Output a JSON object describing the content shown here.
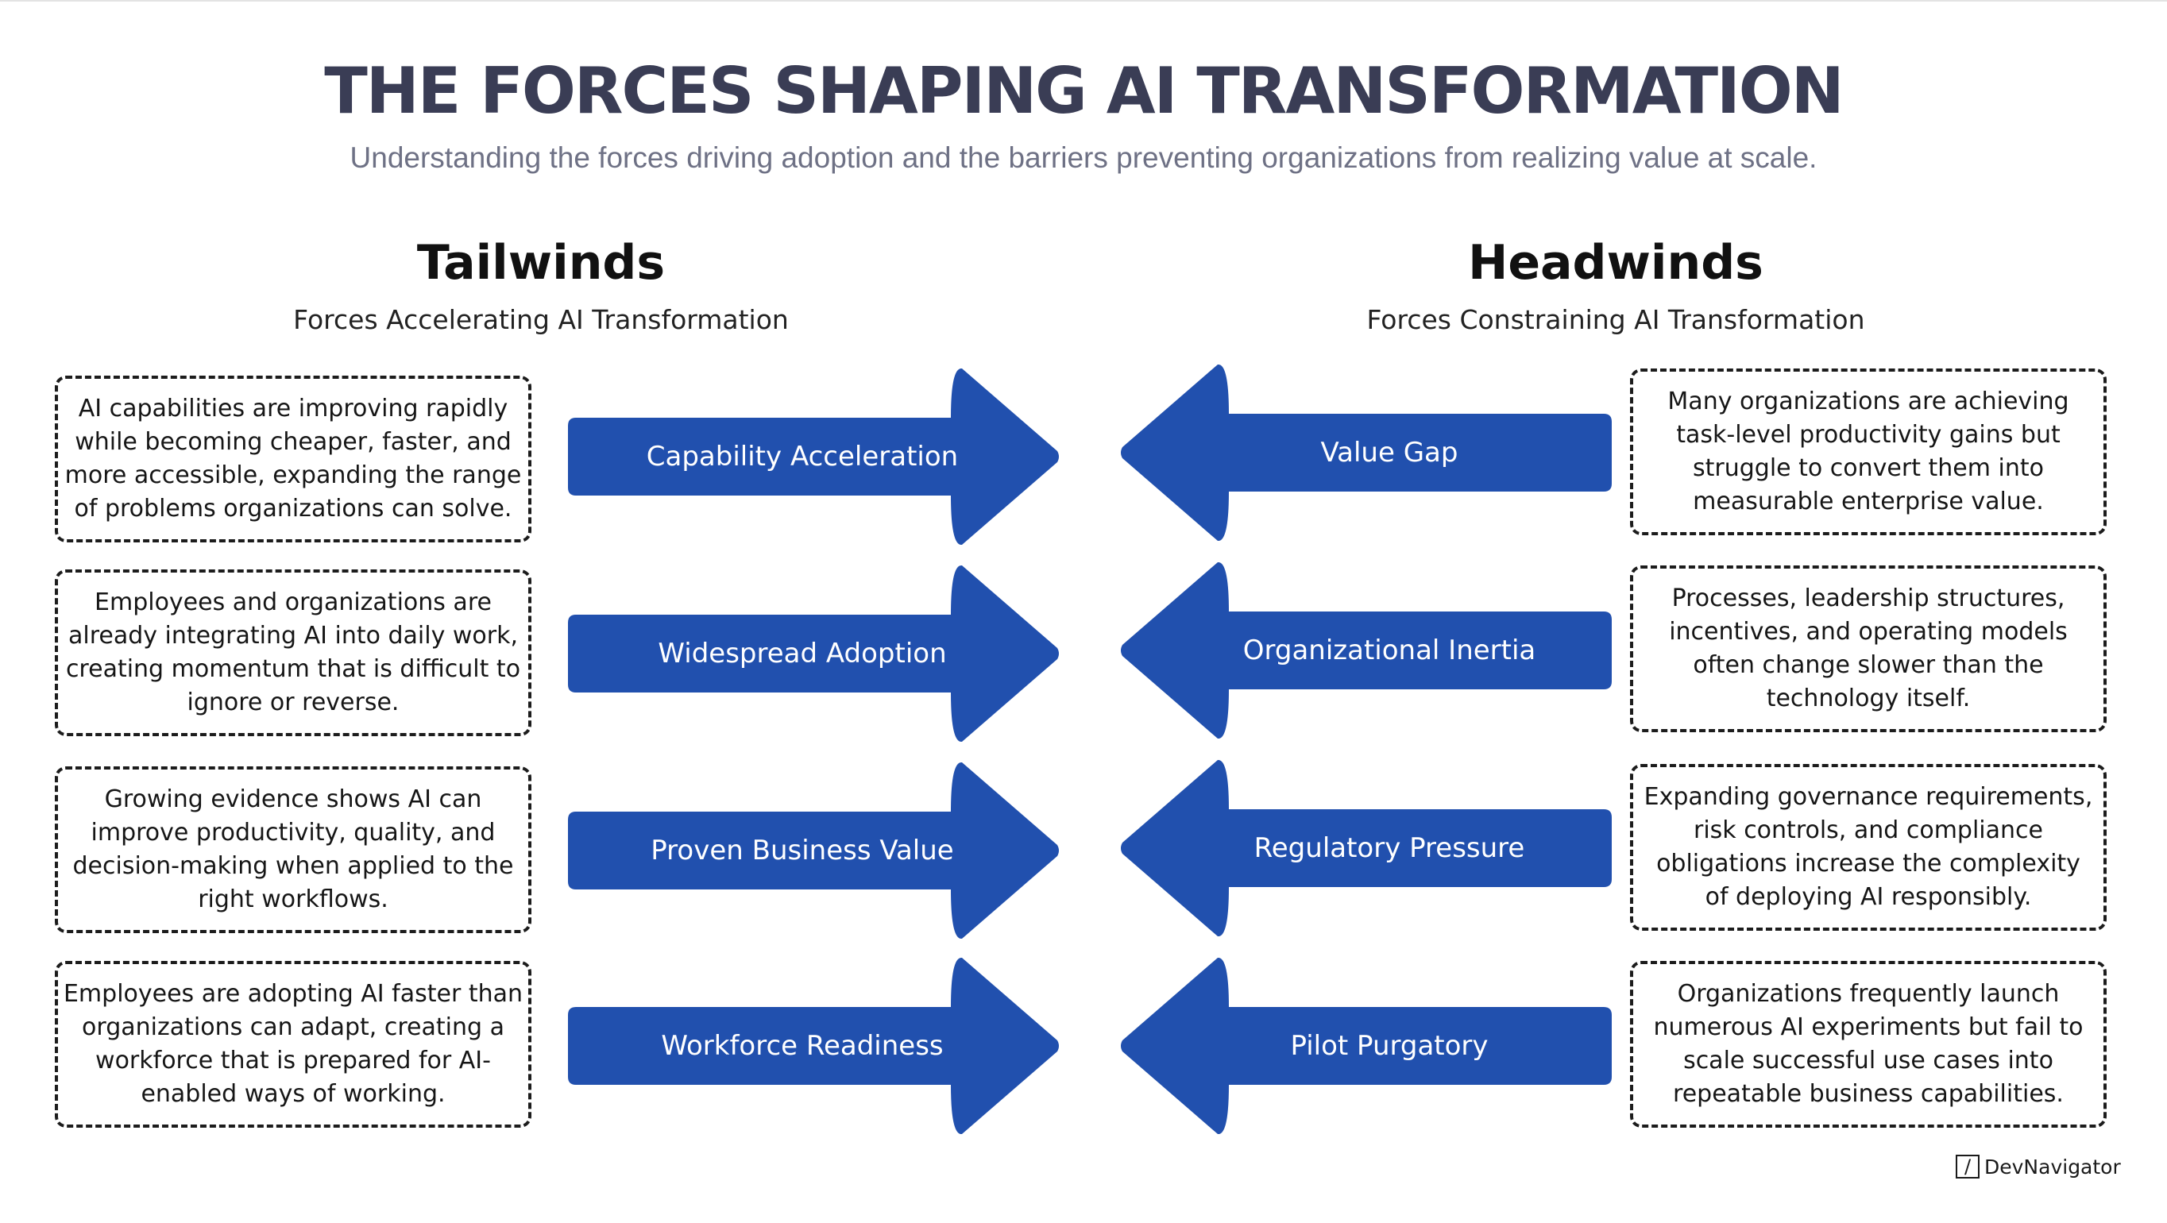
{
  "header": {
    "title": "THE FORCES SHAPING AI TRANSFORMATION",
    "subtitle": "Understanding the forces driving adoption and the barriers preventing organizations from realizing value at scale."
  },
  "tailwinds": {
    "heading": "Tailwinds",
    "subheading": "Forces Accelerating AI Transformation",
    "items": [
      {
        "label": "Capability Acceleration",
        "description": [
          "AI capabilities are improving rapidly",
          "while becoming cheaper, faster, and",
          "more accessible, expanding the range",
          "of problems organizations can solve."
        ]
      },
      {
        "label": "Widespread Adoption",
        "description": [
          "Employees and organizations are",
          "already integrating AI into daily work,",
          "creating momentum that is difficult to",
          "ignore or reverse."
        ]
      },
      {
        "label": "Proven Business Value",
        "description": [
          "Growing evidence shows AI can",
          "improve productivity, quality, and",
          "decision-making when applied to the",
          "right workflows."
        ]
      },
      {
        "label": "Workforce Readiness",
        "description": [
          "Employees are adopting AI faster than",
          "organizations can adapt, creating a",
          "workforce that is prepared for AI-",
          "enabled ways of working."
        ]
      }
    ]
  },
  "headwinds": {
    "heading": "Headwinds",
    "subheading": "Forces Constraining AI Transformation",
    "items": [
      {
        "label": "Value Gap",
        "description": [
          "Many organizations are achieving",
          "task-level productivity gains but",
          "struggle to convert them into",
          "measurable enterprise value."
        ]
      },
      {
        "label": "Organizational Inertia",
        "description": [
          "Processes, leadership structures,",
          "incentives, and operating models",
          "often change slower than the",
          "technology itself."
        ]
      },
      {
        "label": "Regulatory Pressure",
        "description": [
          "Expanding governance requirements,",
          "risk controls, and compliance",
          "obligations increase the complexity",
          "of deploying AI responsibly."
        ]
      },
      {
        "label": "Pilot Purgatory",
        "description": [
          "Organizations frequently launch",
          "numerous AI experiments but fail to",
          "scale successful use cases into",
          "repeatable business capabilities."
        ]
      }
    ]
  },
  "branding": {
    "logo_icon": "slash-box-icon",
    "logo_glyph": "/",
    "name": "DevNavigator"
  },
  "colors": {
    "arrow": "#2150ae",
    "title": "#3a3d55",
    "subtitle": "#6e7185",
    "box_border": "#1c1c1c"
  }
}
